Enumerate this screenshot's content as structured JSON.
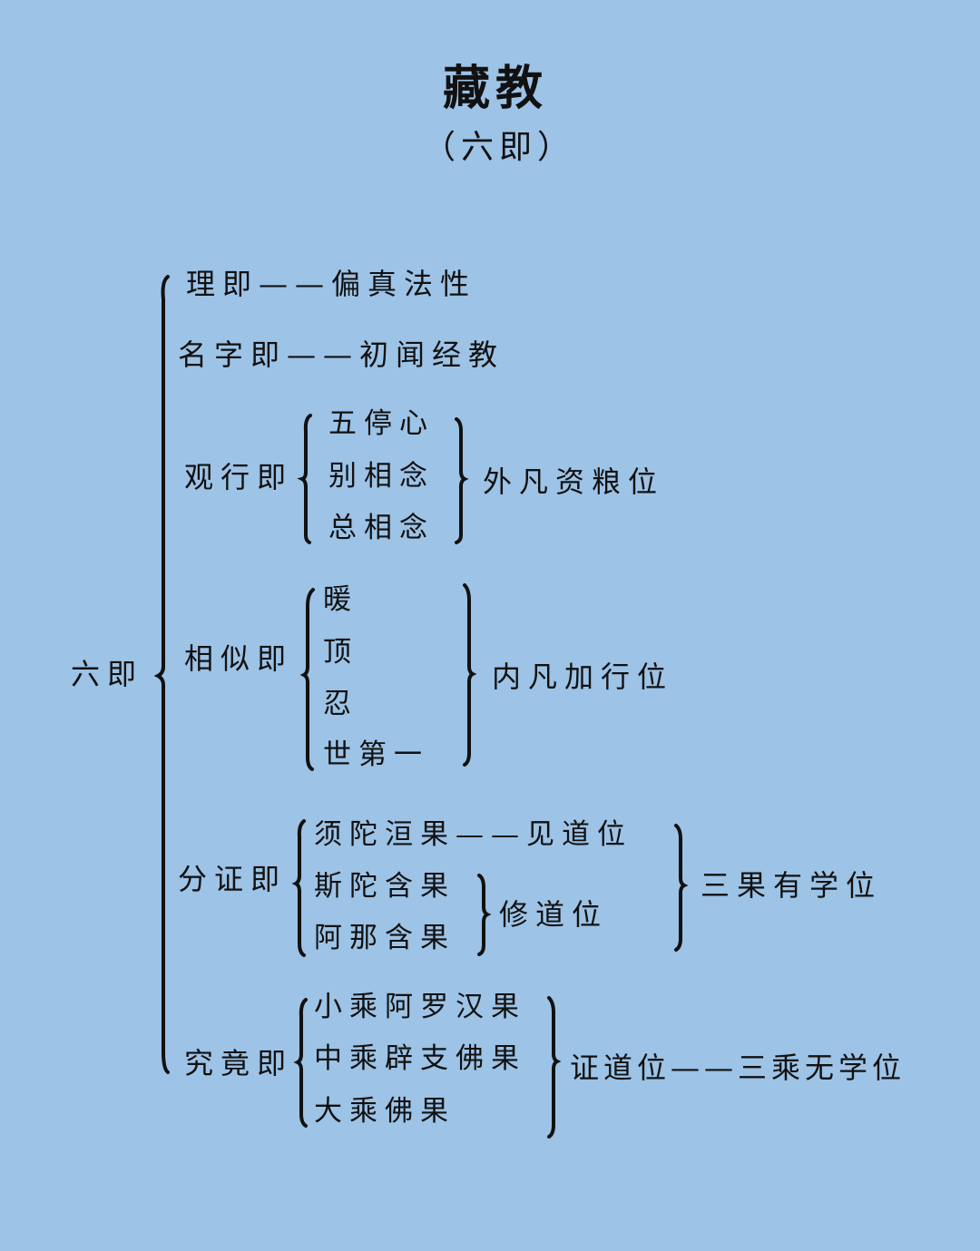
{
  "title": "藏教",
  "subtitle": "（六即）",
  "root": "六即",
  "stages": [
    {
      "label": "理即",
      "text": "理即——偏真法性"
    },
    {
      "label": "名字即",
      "text": "名字即——初闻经教"
    },
    {
      "label": "观行即",
      "items": [
        "五停心",
        "别相念",
        "总相念"
      ],
      "result": "外凡资粮位"
    },
    {
      "label": "相似即",
      "items": [
        "暖",
        "顶",
        "忍",
        "世第一"
      ],
      "result": "内凡加行位"
    },
    {
      "label": "分证即",
      "items": [
        "须陀洹果——见道位",
        "斯陀含果",
        "阿那含果"
      ],
      "sub_result": "修道位",
      "result": "三果有学位"
    },
    {
      "label": "究竟即",
      "items": [
        "小乘阿罗汉果",
        "中乘辟支佛果",
        "大乘佛果"
      ],
      "result": "证道位——三乘无学位"
    }
  ]
}
